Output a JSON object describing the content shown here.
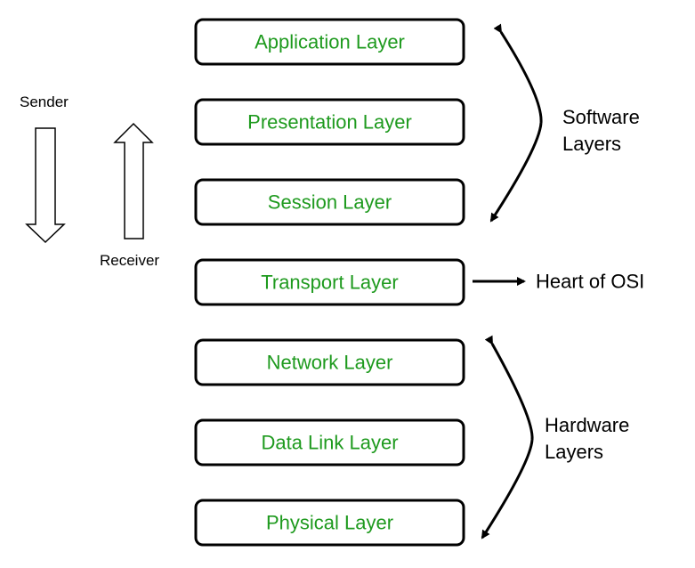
{
  "layers": [
    {
      "label": "Application Layer"
    },
    {
      "label": "Presentation Layer"
    },
    {
      "label": "Session Layer"
    },
    {
      "label": "Transport Layer"
    },
    {
      "label": "Network Layer"
    },
    {
      "label": "Data Link Layer"
    },
    {
      "label": "Physical Layer"
    }
  ],
  "labels": {
    "sender": "Sender",
    "receiver": "Receiver",
    "software_line1": "Software",
    "software_line2": "Layers",
    "heart": "Heart of OSI",
    "hardware_line1": "Hardware",
    "hardware_line2": "Layers"
  },
  "colors": {
    "layer_text": "#1e9a1e",
    "outline": "#000000"
  }
}
